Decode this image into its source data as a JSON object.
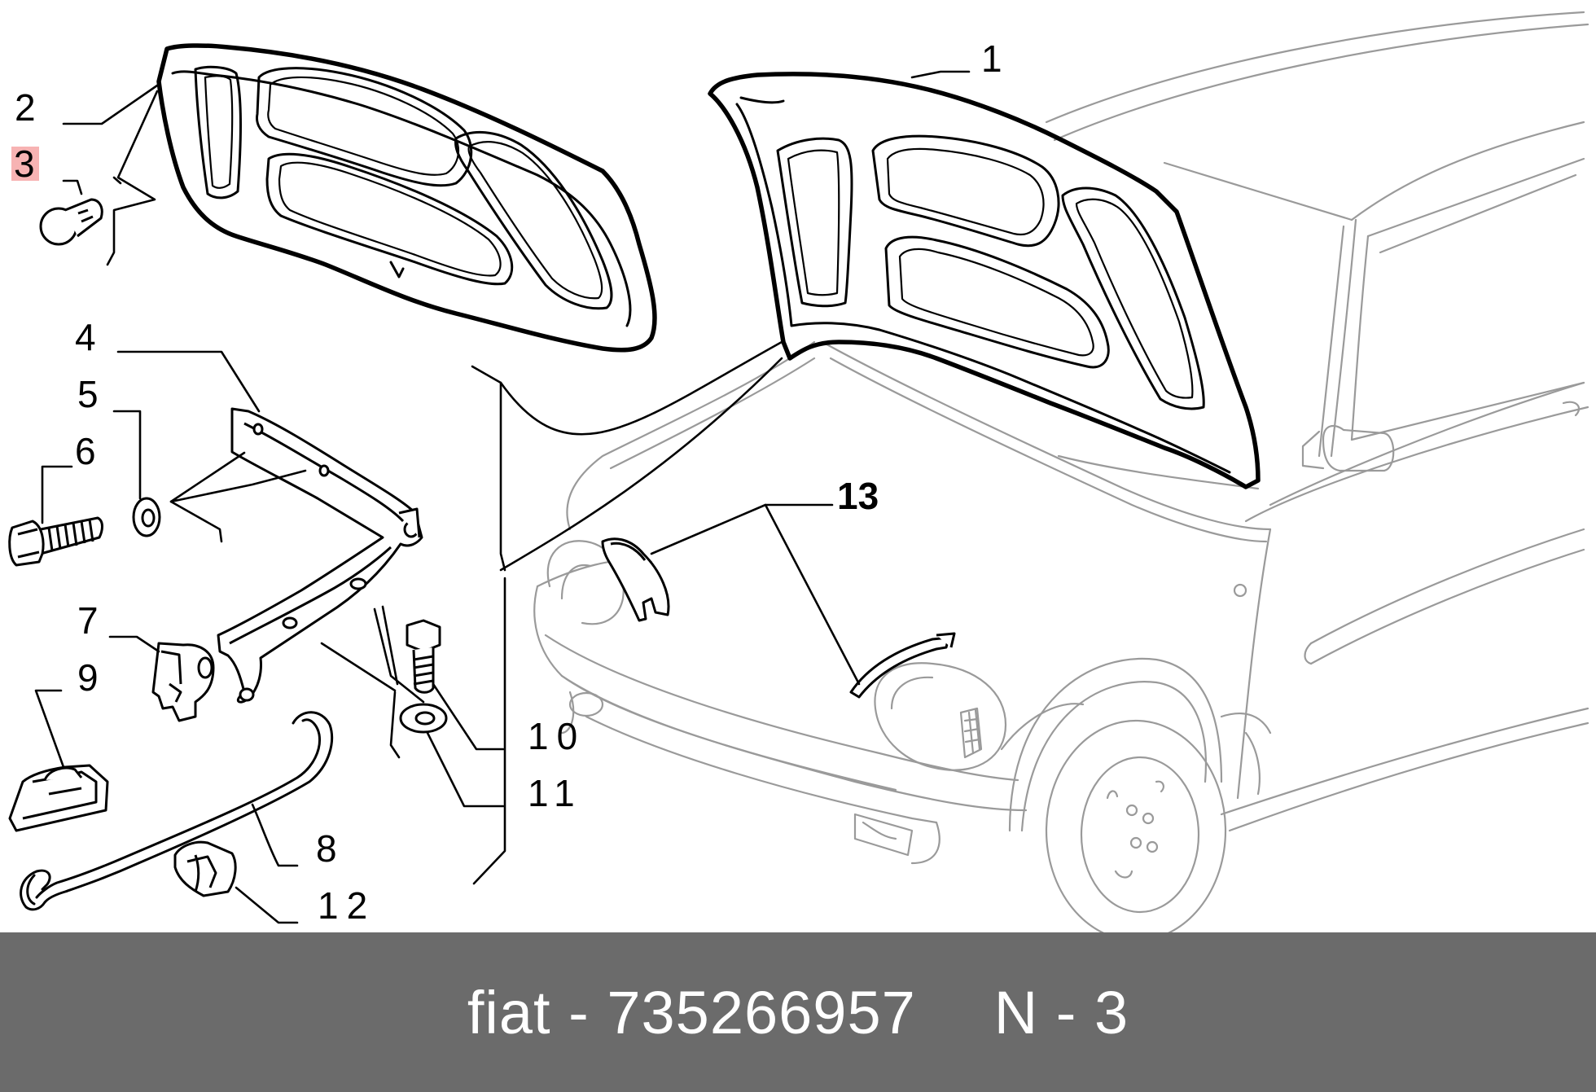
{
  "colors": {
    "footer_background": "#6b6b6b",
    "footer_text": "#ffffff",
    "highlight": "#f7b3b3",
    "car_outline": "#9a9a9a",
    "part_outline": "#000000"
  },
  "callouts": {
    "c1": "1",
    "c2": "2",
    "c3": "3",
    "c4": "4",
    "c5": "5",
    "c6": "6",
    "c7": "7",
    "c8": "8",
    "c9": "9",
    "c10": "10",
    "c11": "11",
    "c12": "12",
    "c13": "13"
  },
  "highlighted_callout": "3",
  "footer": {
    "part_label": "fiat - 735266957",
    "diagram_ref": "N - 3"
  }
}
